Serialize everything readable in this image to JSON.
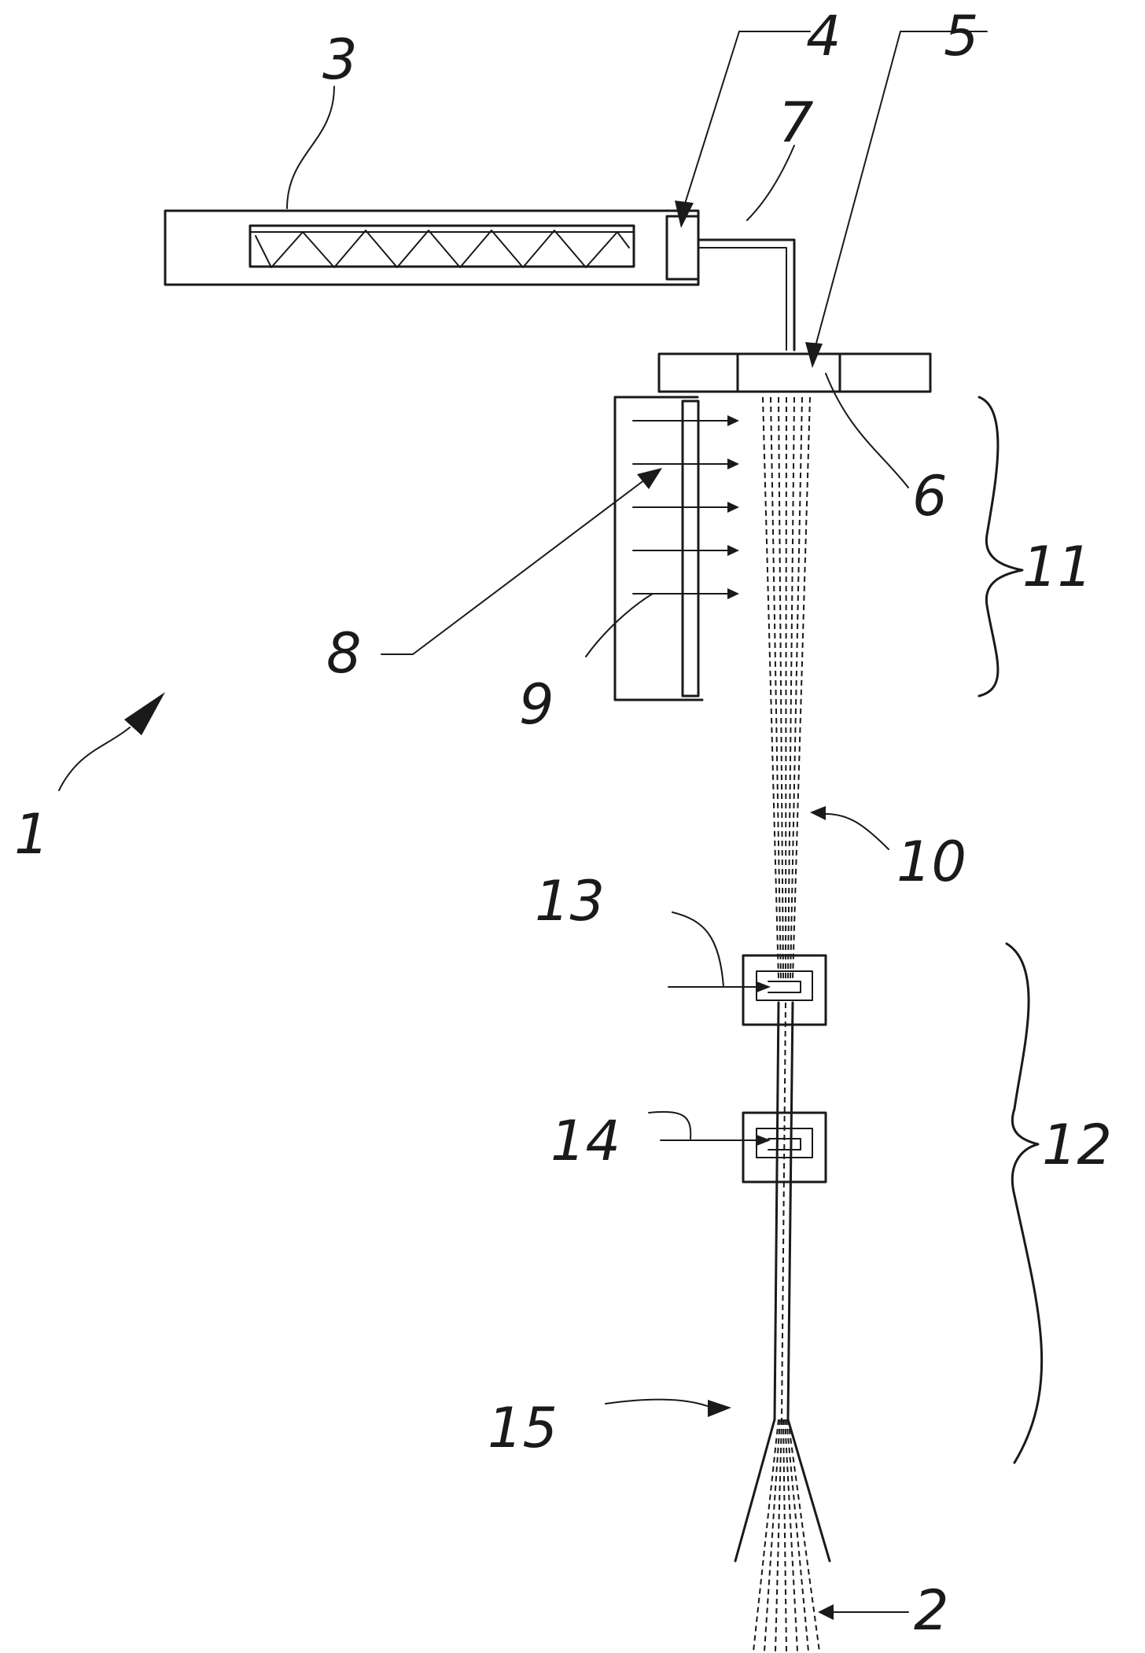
{
  "labels": {
    "l1": "1",
    "l2": "2",
    "l3": "3",
    "l4": "4",
    "l5": "5",
    "l6": "6",
    "l7": "7",
    "l8": "8",
    "l9": "9",
    "l10": "10",
    "l11": "11",
    "l12": "12",
    "l13": "13",
    "l14": "14",
    "l15": "15"
  },
  "colors": {
    "ink": "#1a1a1a",
    "paper": "#ffffff"
  }
}
